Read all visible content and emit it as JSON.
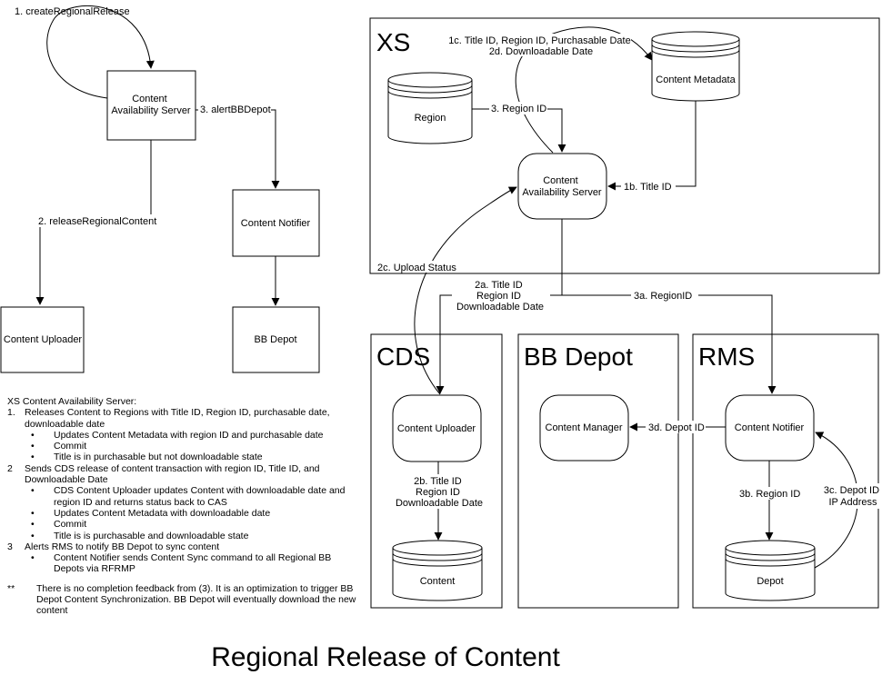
{
  "title": "Regional Release of Content",
  "regions": {
    "xs": "XS",
    "cds": "CDS",
    "bb_depot": "BB Depot",
    "rms": "RMS"
  },
  "nodes": {
    "left_cas": [
      "Content",
      "Availability Server"
    ],
    "left_notifier": "Content Notifier",
    "left_uploader": "Content Uploader",
    "left_bbdepot": "BB Depot",
    "xs_region_db": "Region",
    "xs_metadata_db": "Content Metadata",
    "xs_cas": [
      "Content",
      "Availability Server"
    ],
    "cds_uploader": "Content Uploader",
    "cds_content_db": "Content",
    "bb_content_manager": "Content Manager",
    "rms_notifier": "Content Notifier",
    "rms_depot_db": "Depot"
  },
  "edges": {
    "e1": "1. createRegionalRelease",
    "e2": "2. releaseRegionalContent",
    "e3": "3. alertBBDepot",
    "e1c": [
      "1c. Title ID, Region ID, Purchasable Date",
      "2d. Downloadable Date"
    ],
    "e3_region": "3. Region ID",
    "e1b": "1b. Title ID",
    "e2c": "2c. Upload Status",
    "e2a": [
      "2a. Title ID",
      "Region ID",
      "Downloadable Date"
    ],
    "e3a": "3a. RegionID",
    "e2b": [
      "2b. Title ID",
      "Region ID",
      "Downloadable Date"
    ],
    "e3d": "3d. Depot ID",
    "e3b": "3b. Region ID",
    "e3c": [
      "3c. Depot ID",
      "IP Address"
    ]
  },
  "notes": {
    "heading": "XS Content Availability Server:",
    "items": [
      {
        "num": "1.",
        "text": "Releases Content to Regions with Title ID, Region ID, purchasable date, downloadable date",
        "bullets": [
          "Updates Content Metadata with region ID and purchasable date",
          "Commit",
          "Title is in purchasable but not downloadable state"
        ]
      },
      {
        "num": "2",
        "text": "Sends CDS release of content transaction with region ID, Title ID, and Downloadable Date",
        "bullets": [
          "CDS Content Uploader updates Content with downloadable date and region ID and returns status back to CAS",
          "Updates Content Metadata with downloadable date",
          "Commit",
          "Title is is purchasable and downloadable state"
        ]
      },
      {
        "num": "3",
        "text": "Alerts RMS to notify BB Depot to sync content",
        "bullets": [
          "Content Notifier sends Content Sync command to all Regional BB Depots via RFRMP"
        ]
      }
    ],
    "bullet_char": "•",
    "footnote_mark": "**",
    "footnote": "There is no completion feedback from (3).  It is an optimization to trigger BB Depot Content Synchronization.  BB Depot will eventually download the new content"
  }
}
